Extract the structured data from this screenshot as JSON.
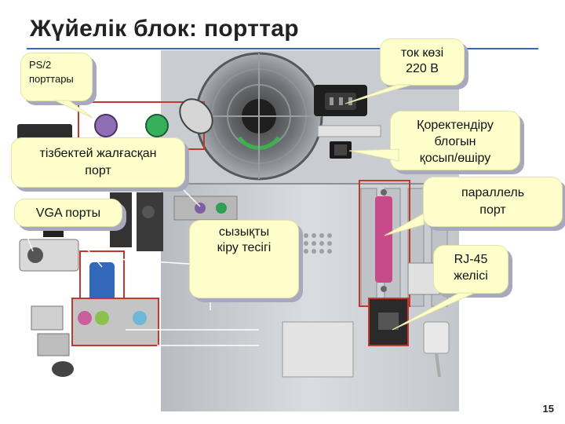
{
  "slide": {
    "title": "Жүйелік блок: порттар",
    "page_number": "15"
  },
  "callouts": {
    "ps2": {
      "line1": "PS/2",
      "line2": "порттары"
    },
    "power": {
      "line1": "ток көзі",
      "line2": "220 В"
    },
    "switch": {
      "line1": "Қоректендіру",
      "line2": "блогын",
      "line3": "қосып/өшіру"
    },
    "serial": {
      "line1": "тізбектей жалғасқан",
      "line2": "порт"
    },
    "parallel": {
      "line1": "параллель",
      "line2": "порт"
    },
    "vga": {
      "line1": "VGA порты"
    },
    "linein": {
      "line1": "сызықты",
      "line2": "кіру тесігі"
    },
    "rj45": {
      "line1": "RJ-45",
      "line2": "желісі"
    }
  },
  "colors": {
    "callout_fill": "#ffffcc",
    "callout_shadow": "#a9a9bd",
    "title_rule": "#3a63c4"
  }
}
